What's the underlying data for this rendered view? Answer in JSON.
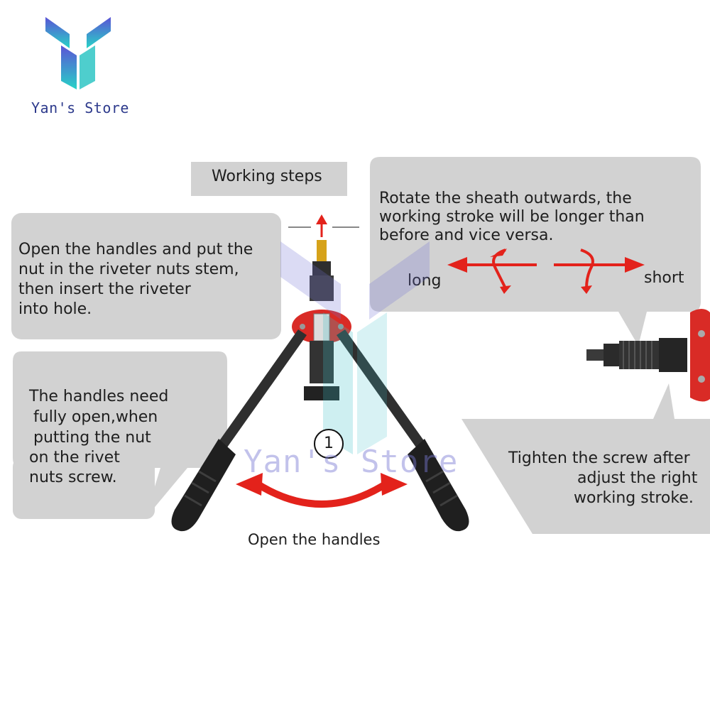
{
  "brand": {
    "name": "Yan's Store",
    "logo_colors": [
      "#5b53d6",
      "#27d3c7"
    ]
  },
  "title": "Working steps",
  "left_top_note": [
    "Open the handles and put the",
    "nut in the riveter nuts stem,",
    "then insert the riveter",
    "into hole."
  ],
  "left_bottom_note": [
    "The handles need",
    "fully open,when",
    "putting the nut",
    "on the rivet",
    "nuts screw."
  ],
  "right_top_note": [
    "Rotate the sheath outwards, the",
    "working stroke will be longer than",
    "before and vice versa."
  ],
  "long_label": "long",
  "short_label": "short",
  "right_bottom_note": [
    "Tighten the screw after",
    "adjust the right",
    "working stroke."
  ],
  "step_number": "1",
  "caption": "Open the handles",
  "watermark": "Yan's Store",
  "colors": {
    "box": "#d2d2d2",
    "arrow": "#e3221b",
    "tool_red": "#d92b26",
    "handle": "#2a2a2a"
  }
}
